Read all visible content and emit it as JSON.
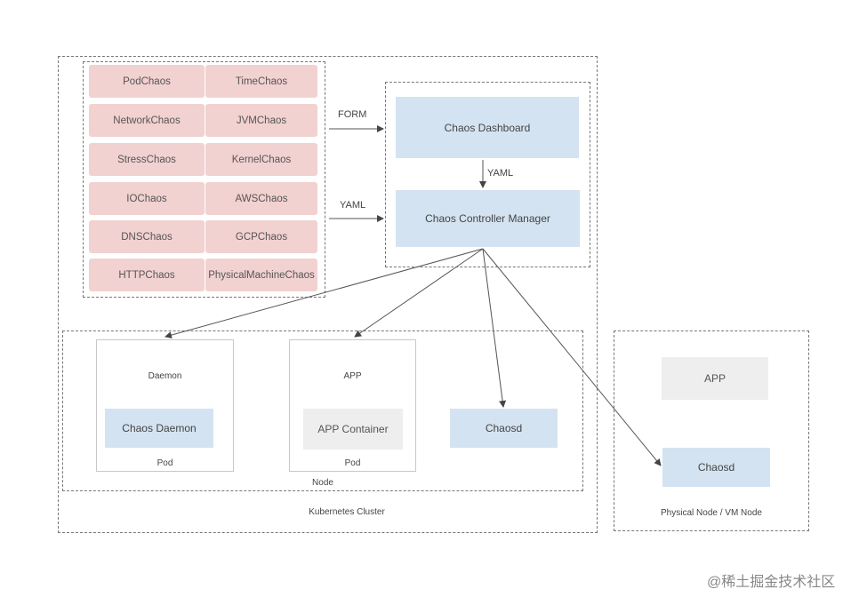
{
  "chaos_types": [
    "PodChaos",
    "TimeChaos",
    "NetworkChaos",
    "JVMChaos",
    "StressChaos",
    "KernelChaos",
    "IOChaos",
    "AWSChaos",
    "DNSChaos",
    "GCPChaos",
    "HTTPChaos",
    "PhysicalMachineChaos"
  ],
  "arrows": {
    "form": "FORM",
    "yaml_top": "YAML",
    "yaml_bottom": "YAML"
  },
  "control_plane": {
    "dashboard": "Chaos Dashboard",
    "controller": "Chaos Controller Manager"
  },
  "node": {
    "label": "Node",
    "daemon_pod": {
      "title": "Daemon",
      "inner": "Chaos Daemon",
      "label": "Pod"
    },
    "app_pod": {
      "title": "APP",
      "inner": "APP Container",
      "label": "Pod"
    },
    "chaosd": "Chaosd"
  },
  "cluster_label": "Kubernetes Cluster",
  "physical": {
    "app": "APP",
    "chaosd": "Chaosd",
    "label": "Physical Node / VM Node"
  },
  "watermark": "@稀土掘金技术社区",
  "colors": {
    "chaos_box": "#f2d1d1",
    "blue_box": "#d4e3f1",
    "grey_box": "#eeeeee"
  }
}
